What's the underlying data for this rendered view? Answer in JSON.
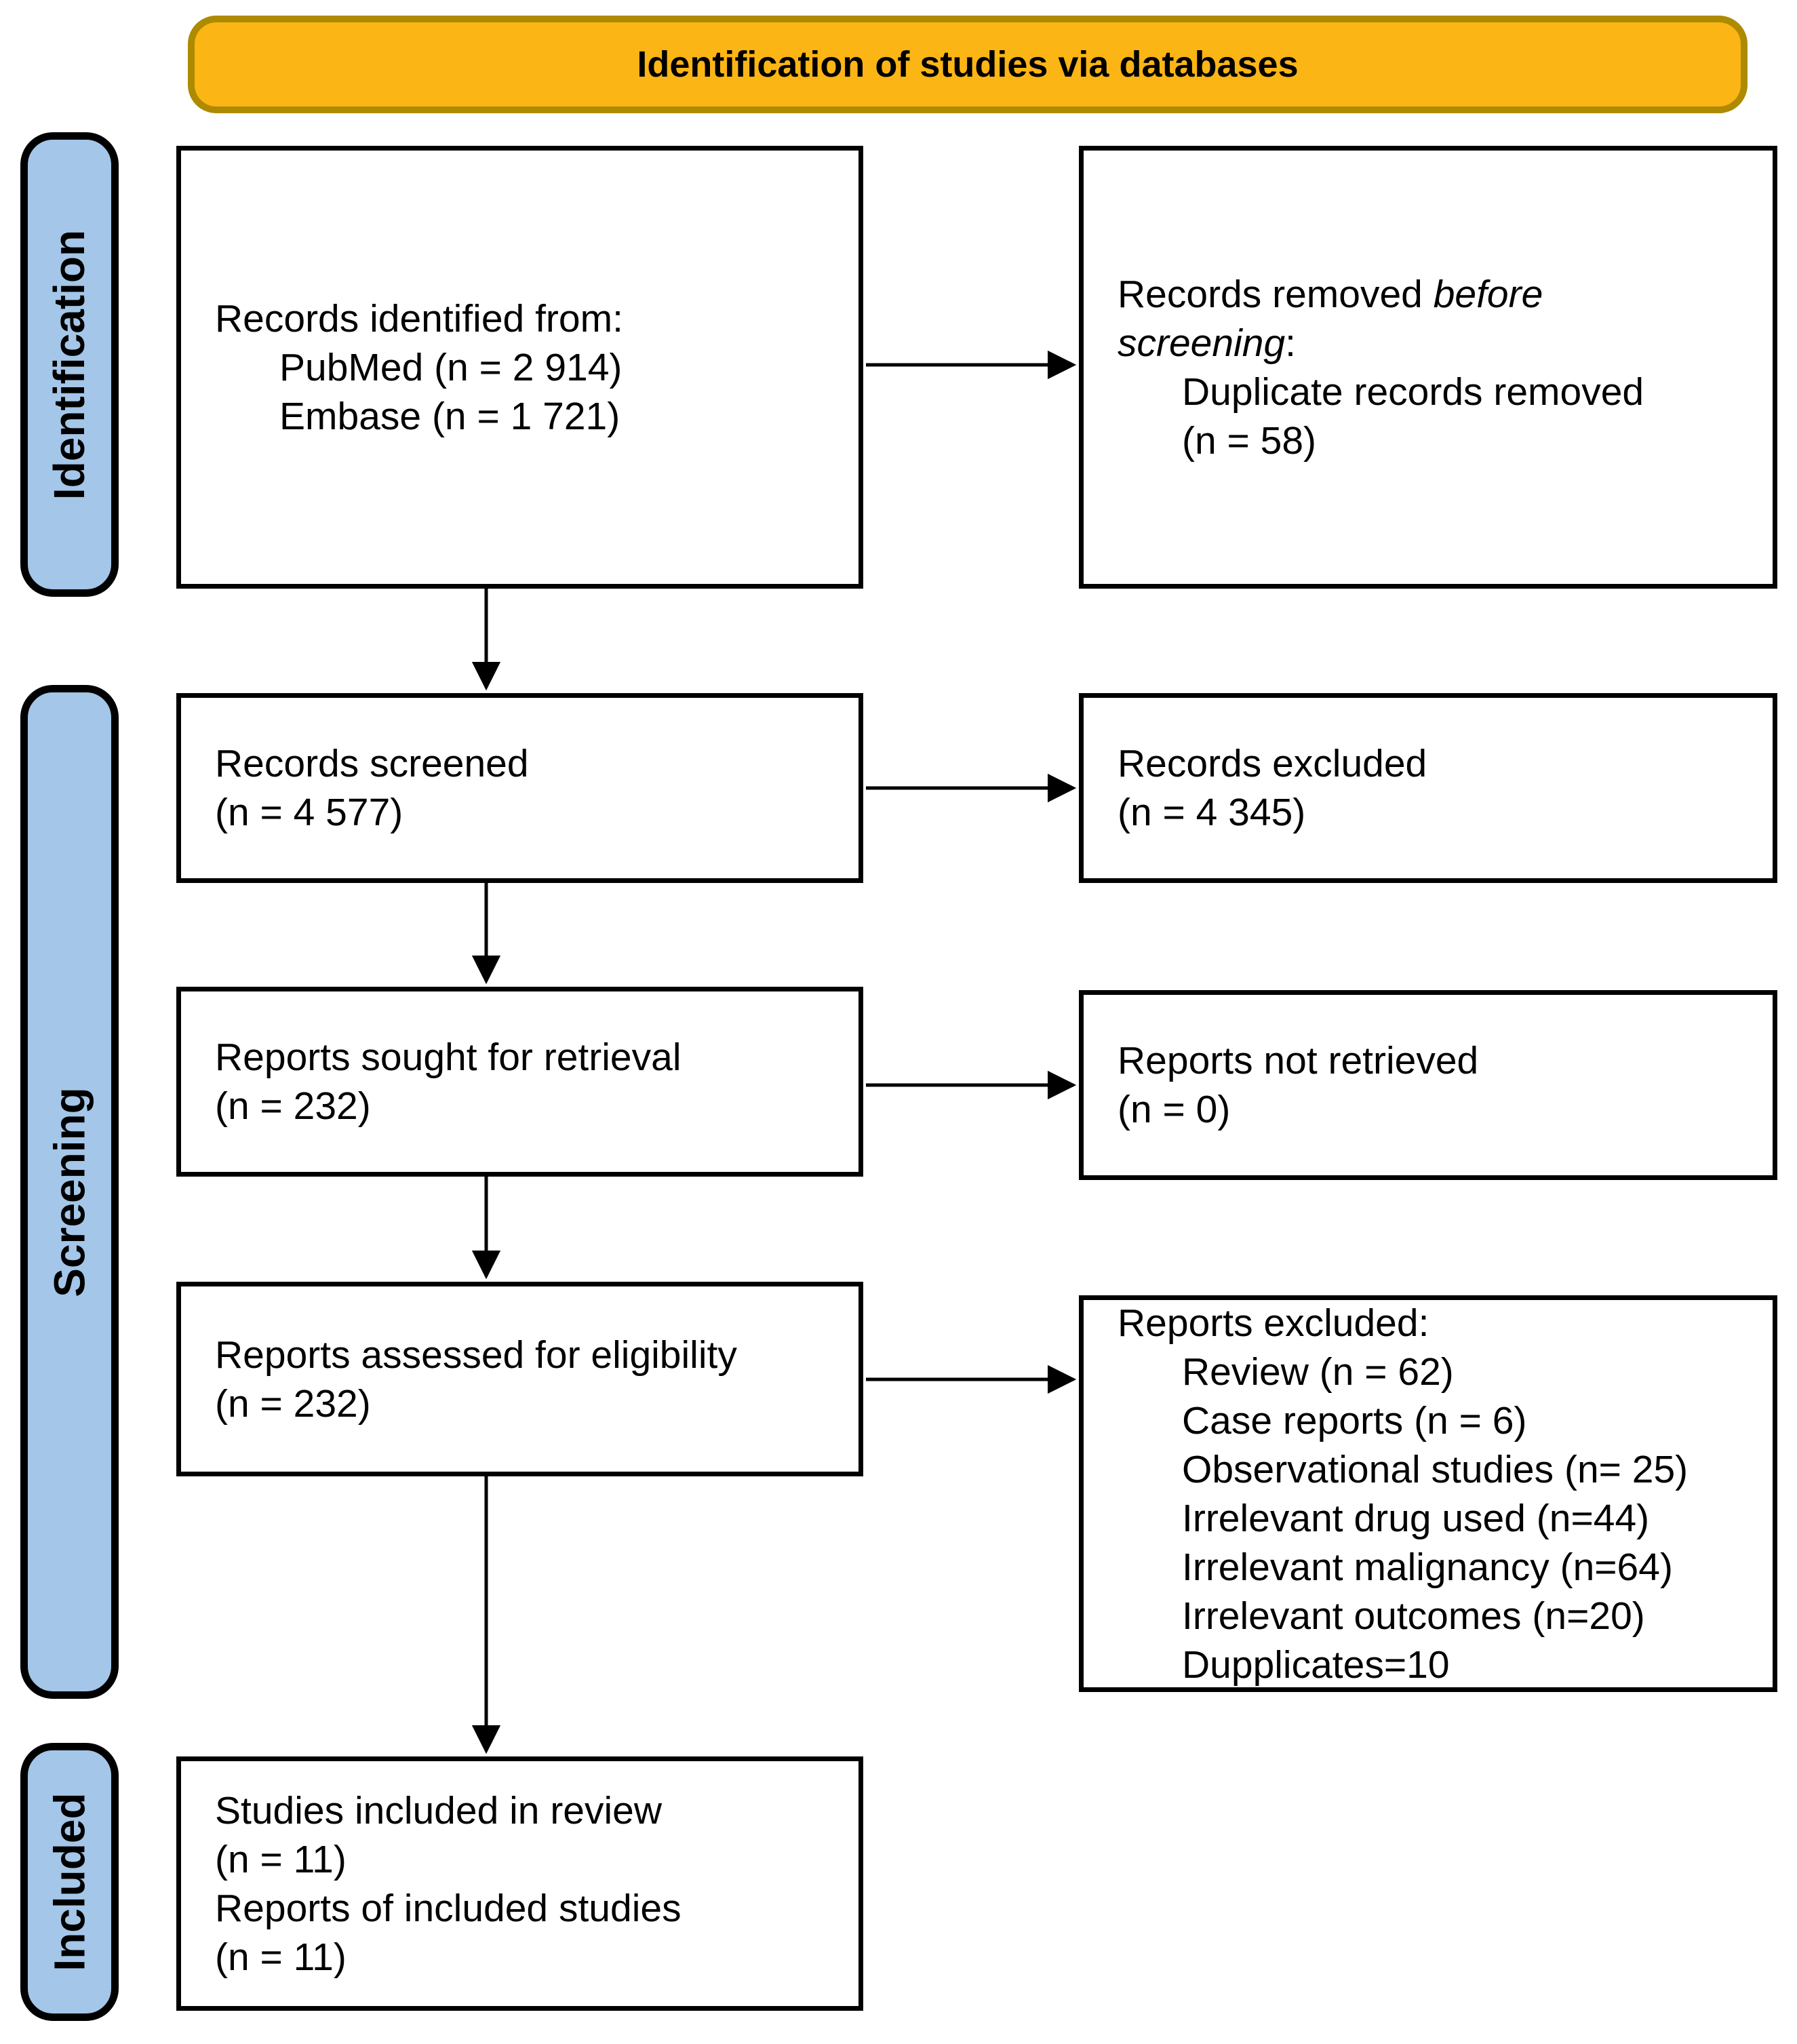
{
  "banner": {
    "title": "Identification of studies via databases"
  },
  "stages": [
    {
      "label": "Identification"
    },
    {
      "label": "Screening"
    },
    {
      "label": "Included"
    }
  ],
  "boxes": {
    "records_identified": {
      "lines": [
        {
          "indent": 0,
          "segments": [
            {
              "text": "Records identified from:"
            }
          ]
        },
        {
          "indent": 1,
          "segments": [
            {
              "text": "PubMed (n = 2 914)"
            }
          ]
        },
        {
          "indent": 1,
          "segments": [
            {
              "text": "Embase (n = 1 721)"
            }
          ]
        }
      ]
    },
    "records_removed": {
      "lines": [
        {
          "indent": 0,
          "segments": [
            {
              "text": "Records removed "
            },
            {
              "text": "before",
              "italic": true
            }
          ]
        },
        {
          "indent": 0,
          "segments": [
            {
              "text": "screening",
              "italic": true
            },
            {
              "text": ":"
            }
          ]
        },
        {
          "indent": 1,
          "segments": [
            {
              "text": "Duplicate records removed"
            }
          ]
        },
        {
          "indent": 1,
          "segments": [
            {
              "text": "(n = 58)"
            }
          ]
        }
      ]
    },
    "records_screened": {
      "lines": [
        {
          "indent": 0,
          "segments": [
            {
              "text": "Records screened"
            }
          ]
        },
        {
          "indent": 0,
          "segments": [
            {
              "text": "(n = 4 577)"
            }
          ]
        }
      ]
    },
    "records_excluded": {
      "lines": [
        {
          "indent": 0,
          "segments": [
            {
              "text": "Records excluded"
            }
          ]
        },
        {
          "indent": 0,
          "segments": [
            {
              "text": "(n = 4 345)"
            }
          ]
        }
      ]
    },
    "reports_sought": {
      "lines": [
        {
          "indent": 0,
          "segments": [
            {
              "text": "Reports sought for retrieval"
            }
          ]
        },
        {
          "indent": 0,
          "segments": [
            {
              "text": "(n = 232)"
            }
          ]
        }
      ]
    },
    "reports_not_retrieved": {
      "lines": [
        {
          "indent": 0,
          "segments": [
            {
              "text": "Reports not retrieved"
            }
          ]
        },
        {
          "indent": 0,
          "segments": [
            {
              "text": "(n = 0)"
            }
          ]
        }
      ]
    },
    "reports_assessed": {
      "lines": [
        {
          "indent": 0,
          "segments": [
            {
              "text": "Reports assessed for eligibility"
            }
          ]
        },
        {
          "indent": 0,
          "segments": [
            {
              "text": "(n = 232)"
            }
          ]
        }
      ]
    },
    "reports_excluded": {
      "lines": [
        {
          "indent": 0,
          "segments": [
            {
              "text": "Reports excluded:"
            }
          ]
        },
        {
          "indent": 1,
          "segments": [
            {
              "text": "Review (n = 62)"
            }
          ]
        },
        {
          "indent": 1,
          "segments": [
            {
              "text": "Case reports (n = 6)"
            }
          ]
        },
        {
          "indent": 1,
          "segments": [
            {
              "text": "Observational studies (n= 25)"
            }
          ]
        },
        {
          "indent": 1,
          "segments": [
            {
              "text": "Irrelevant drug used (n=44)"
            }
          ]
        },
        {
          "indent": 1,
          "segments": [
            {
              "text": "Irrelevant malignancy (n=64)"
            }
          ]
        },
        {
          "indent": 1,
          "segments": [
            {
              "text": "Irrelevant outcomes (n=20)"
            }
          ]
        },
        {
          "indent": 1,
          "segments": [
            {
              "text": "Dupplicates=10"
            }
          ]
        }
      ]
    },
    "studies_included": {
      "lines": [
        {
          "indent": 0,
          "segments": [
            {
              "text": "Studies included in review"
            }
          ]
        },
        {
          "indent": 0,
          "segments": [
            {
              "text": "(n = 11)"
            }
          ]
        },
        {
          "indent": 0,
          "segments": [
            {
              "text": "Reports of included studies"
            }
          ]
        },
        {
          "indent": 0,
          "segments": [
            {
              "text": "(n = 11)"
            }
          ]
        }
      ]
    }
  },
  "colors": {
    "banner_fill": "#FBB515",
    "banner_border": "#AD8A00",
    "stage_fill": "#A4C6E8",
    "arrow_color": "#000000"
  }
}
